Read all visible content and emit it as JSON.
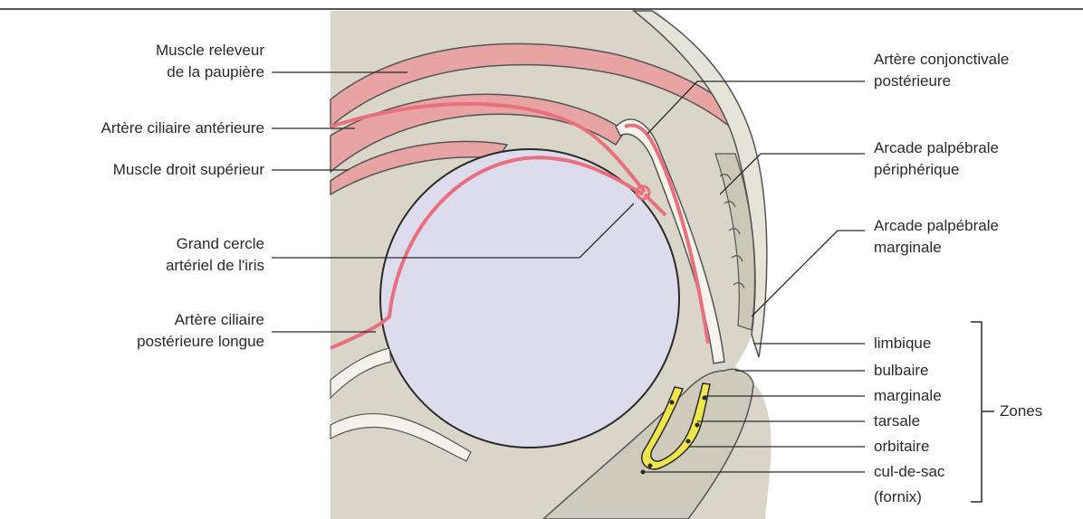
{
  "labels_left": {
    "releveur": {
      "line1": "Muscle releveur",
      "line2": "de la paupière"
    },
    "ciliaire_anterieure": "Artère ciliaire antérieure",
    "droit_superieur": "Muscle droit supérieur",
    "grand_cercle": {
      "line1": "Grand cercle",
      "line2": "artériel de l'iris"
    },
    "ciliaire_posterieure": {
      "line1": "Artère ciliaire",
      "line2": "postérieure longue"
    }
  },
  "labels_right": {
    "conjonctivale": {
      "line1": "Artère conjonctivale",
      "line2": "postérieure"
    },
    "arcade_peripherique": {
      "line1": "Arcade palpébrale",
      "line2": "périphérique"
    },
    "arcade_marginale": {
      "line1": "Arcade palpébrale",
      "line2": "marginale"
    }
  },
  "zones": {
    "items": [
      "limbique",
      "bulbaire",
      "marginale",
      "tarsale",
      "orbitaire",
      "cul-de-sac",
      "(fornix)"
    ],
    "group_label": "Zones"
  },
  "colors": {
    "tissue": "#d9d5c8",
    "muscle": "#e8a3a3",
    "artery": "#e96f7c",
    "globe": "#dcdcec",
    "conjunctiva": "#f0e54a",
    "outline": "#2a2a2a"
  }
}
